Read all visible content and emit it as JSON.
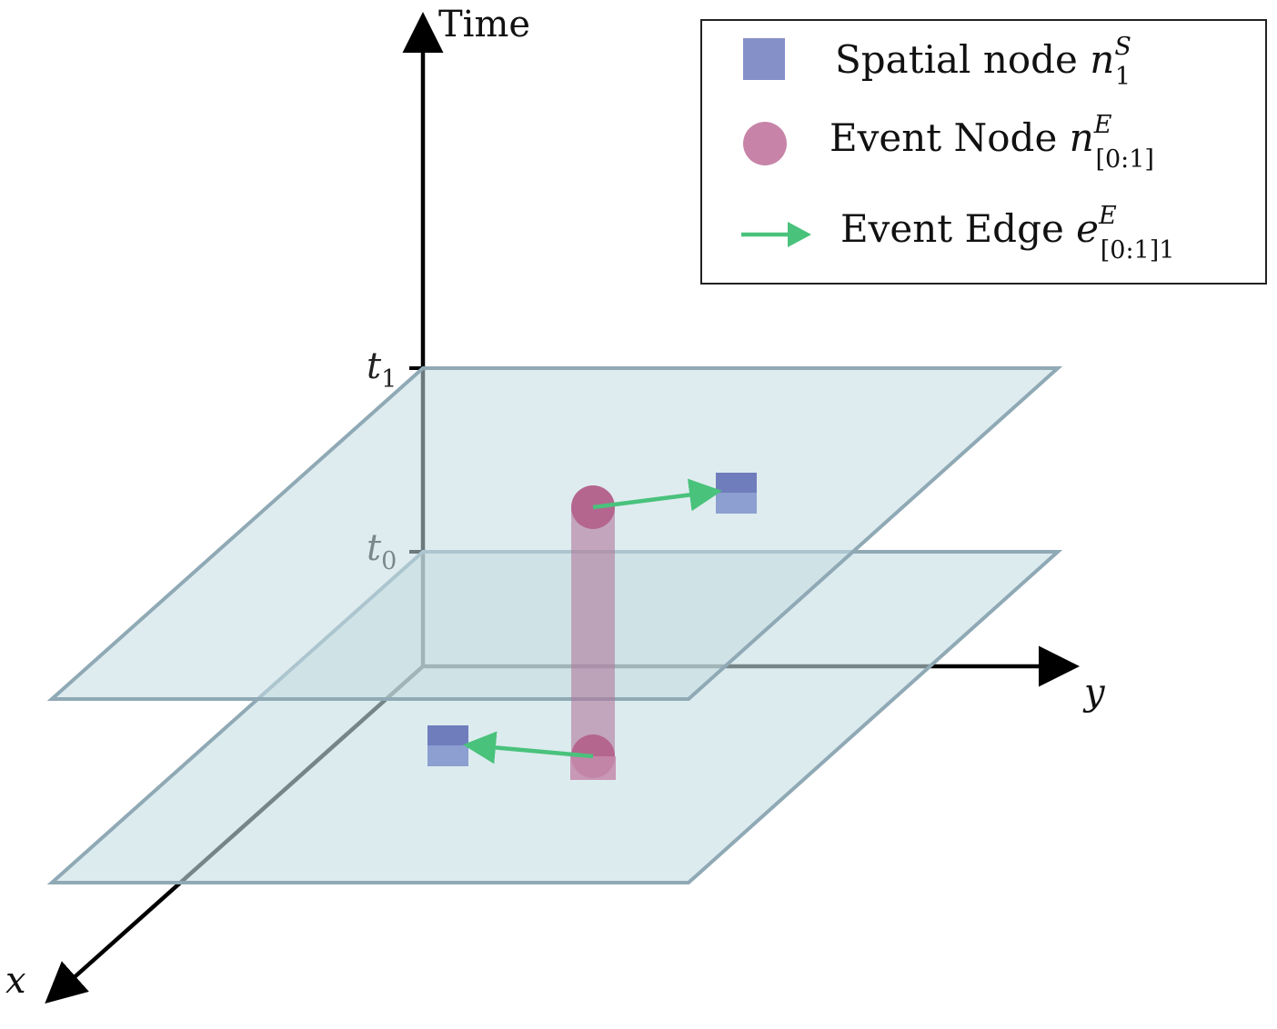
{
  "axes": {
    "time_label": "Time",
    "y_label": "y",
    "x_label": "x",
    "t1_label": "t",
    "t1_sub": "1",
    "t0_label": "t",
    "t0_sub": "0"
  },
  "legend": {
    "spatial": {
      "text": "Spatial node ",
      "sym": "n",
      "sup": "S",
      "sub": "1"
    },
    "event_node": {
      "text": "Event Node ",
      "sym": "n",
      "sup": "E",
      "sub": "[0:1]"
    },
    "event_edge": {
      "text": "Event Edge ",
      "sym": "e",
      "sup": "E",
      "sub": "[0:1]1"
    }
  },
  "colors": {
    "plane_fill": "#c4dde2",
    "plane_stroke": "#8fa9b5",
    "spatial_node": "#7f8cc6",
    "event_node": "#c47fa3",
    "event_edge": "#49c27c",
    "axis": "#000000"
  }
}
